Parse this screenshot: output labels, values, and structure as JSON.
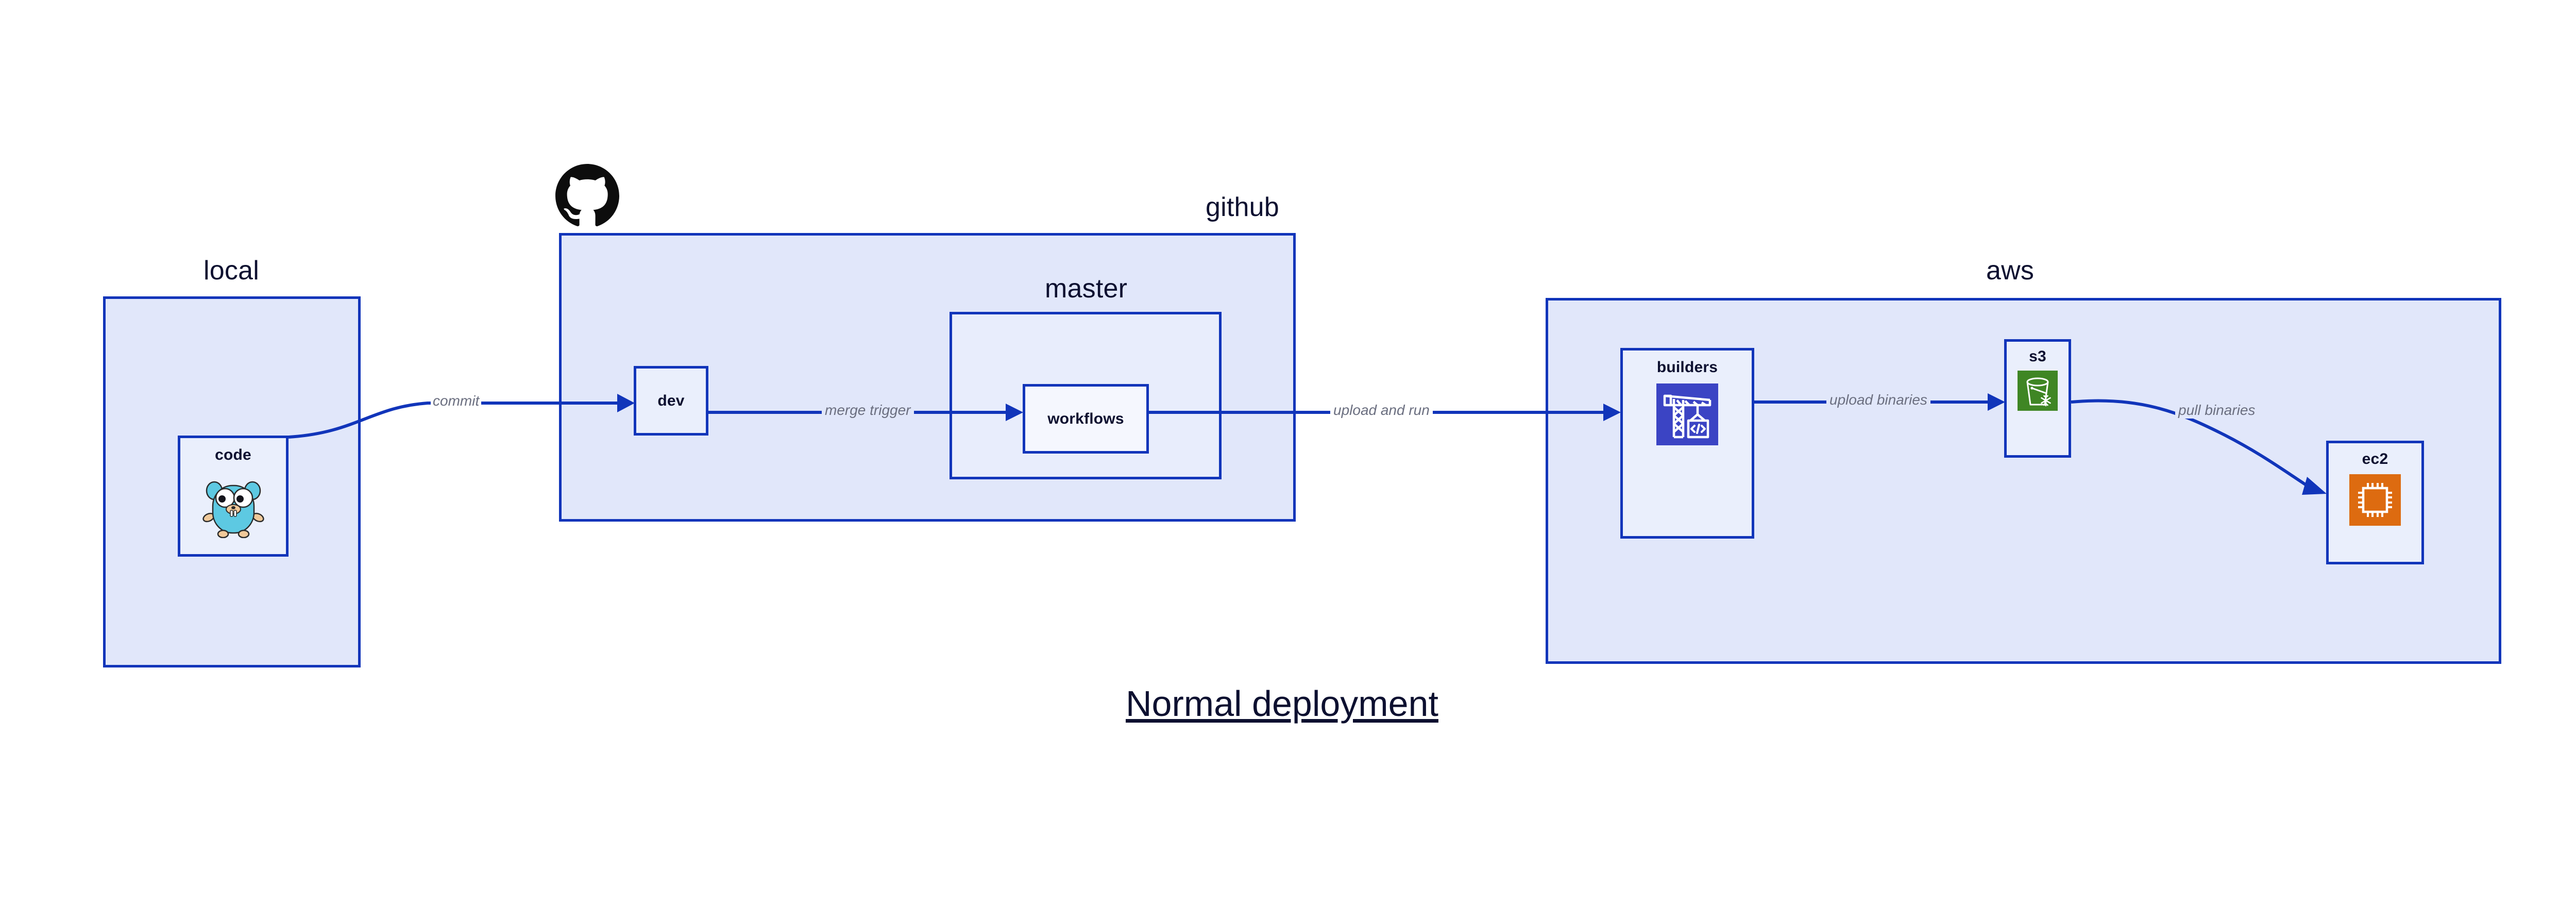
{
  "diagram": {
    "title": "Normal deployment",
    "colors": {
      "border": "#1135ba",
      "group_fill": "#e1e7fa",
      "node_fill": "#eaeffc",
      "nested_group_fill": "#e8edfc",
      "edge_label": "#6b6f80",
      "text": "#0d1030",
      "s3_icon": "#3f8624",
      "ec2_icon": "#dd6b10",
      "builders_icon": "#3b44c4",
      "gopher_body": "#5dc9e2",
      "github_logo": "#0d0d0d"
    }
  },
  "groups": [
    {
      "id": "local",
      "label": "local"
    },
    {
      "id": "github",
      "label": "github"
    },
    {
      "id": "master",
      "label": "master"
    },
    {
      "id": "aws",
      "label": "aws"
    }
  ],
  "nodes": [
    {
      "id": "code",
      "label": "code",
      "icon": "go-gopher-icon"
    },
    {
      "id": "dev",
      "label": "dev",
      "icon": null
    },
    {
      "id": "workflows",
      "label": "workflows",
      "icon": null
    },
    {
      "id": "builders",
      "label": "builders",
      "icon": "crane-builder-icon"
    },
    {
      "id": "s3",
      "label": "s3",
      "icon": "s3-bucket-icon"
    },
    {
      "id": "ec2",
      "label": "ec2",
      "icon": "ec2-chip-icon"
    }
  ],
  "edges": [
    {
      "id": "commit",
      "label": "commit",
      "from": "code",
      "to": "dev"
    },
    {
      "id": "merge-trigger",
      "label": "merge trigger",
      "from": "dev",
      "to": "workflows"
    },
    {
      "id": "upload-and-run",
      "label": "upload and run",
      "from": "workflows",
      "to": "builders"
    },
    {
      "id": "upload-binaries",
      "label": "upload binaries",
      "from": "builders",
      "to": "s3"
    },
    {
      "id": "pull-binaries",
      "label": "pull binaries",
      "from": "s3",
      "to": "ec2"
    }
  ],
  "logos": [
    {
      "id": "github-logo",
      "icon": "github-octocat-icon"
    }
  ]
}
